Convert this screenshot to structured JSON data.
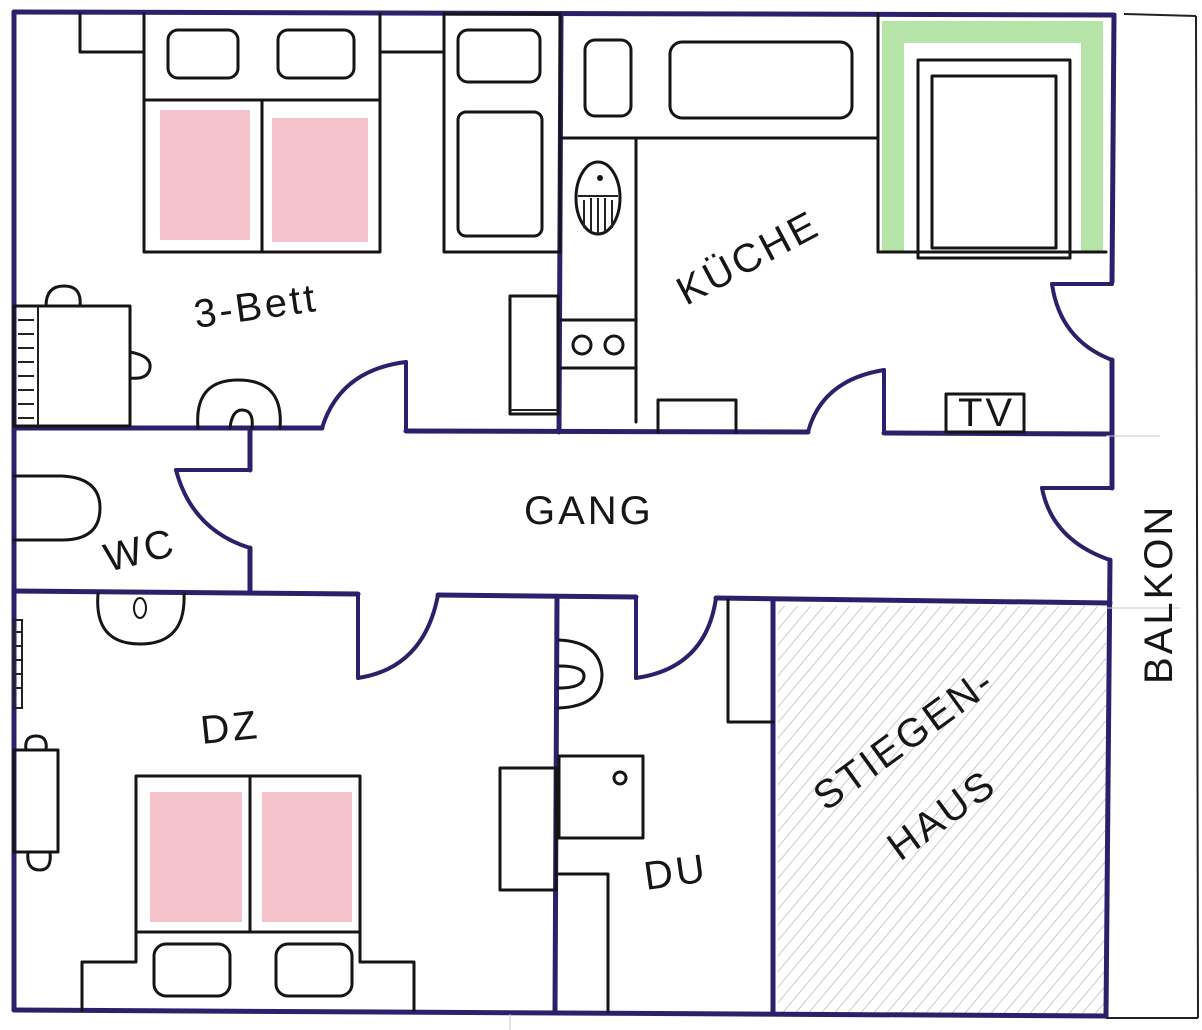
{
  "colors": {
    "wall": "#2e1f6b",
    "furniture": "#151515",
    "bed_fill": "#f2b9c3",
    "balcony_plants": "#9ed98a",
    "staircase_hatch": "#bdbdbd"
  },
  "rooms": {
    "three_bed": "3-Bett",
    "kitchen": "KÜCHE",
    "hallway": "GANG",
    "wc": "WC",
    "double_room": "DZ",
    "shower": "DU",
    "staircase_line1": "STIEGEN-",
    "staircase_line2": "HAUS",
    "balcony": "BALKON",
    "tv": "TV"
  }
}
